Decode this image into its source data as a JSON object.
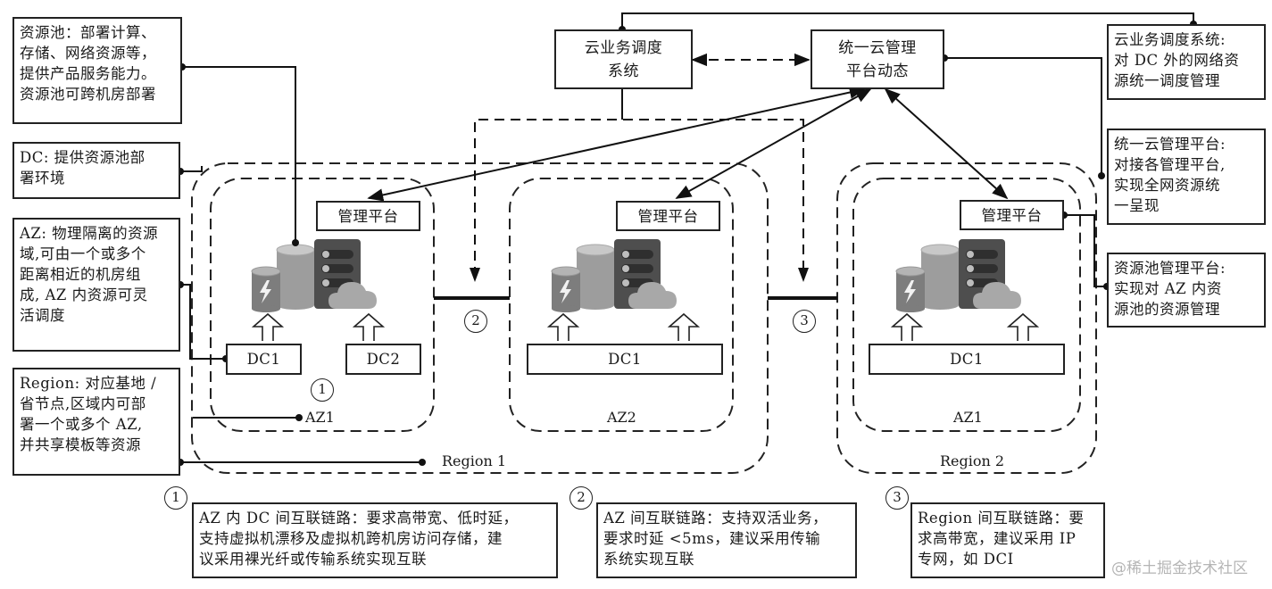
{
  "top": {
    "scheduler": "云业务调度\n系统",
    "cloud_mgmt": "统一云管理\n平台动态"
  },
  "left_notes": [
    {
      "id": "resource-pool",
      "text": "资源池：部署计算、\n存储、网络资源等，\n提供产品服务能力。\n资源池可跨机房部署"
    },
    {
      "id": "dc",
      "text": "DC: 提供资源池部\n署环境"
    },
    {
      "id": "az",
      "text": "AZ: 物理隔离的资源\n域,可由一个或多个\n距离相近的机房组\n成, AZ 内资源可灵\n活调度"
    },
    {
      "id": "region",
      "text": "Region: 对应基地 /\n省节点,区域内可部\n署一个或多个 AZ,\n并共享模板等资源"
    }
  ],
  "right_notes": [
    {
      "id": "scheduler-desc",
      "text": "云业务调度系统:\n对 DC 外的网络资\n源统一调度管理"
    },
    {
      "id": "cloud-mgmt-desc",
      "text": "统一云管理平台:\n对接各管理平台,\n实现全网资源统\n一呈现"
    },
    {
      "id": "pool-mgmt-desc",
      "text": "资源池管理平台:\n实现对 AZ 内资\n源池的资源管理"
    }
  ],
  "regions": [
    {
      "label": "Region 1",
      "azs": [
        {
          "label": "AZ1",
          "mgmt": "管理平台",
          "dcs": [
            "DC1",
            "DC2"
          ]
        },
        {
          "label": "AZ2",
          "mgmt": "管理平台",
          "dcs": [
            "DC1"
          ]
        }
      ]
    },
    {
      "label": "Region 2",
      "azs": [
        {
          "label": "AZ1",
          "mgmt": "管理平台",
          "dcs": [
            "DC1"
          ]
        }
      ]
    }
  ],
  "markers": [
    "1",
    "2",
    "3"
  ],
  "bottom_notes": [
    {
      "num": "1",
      "text": "AZ 内 DC 间互联链路：要求高带宽、低时延，\n支持虚拟机漂移及虚拟机跨机房访问存储，建\n议采用裸光纤或传输系统实现互联"
    },
    {
      "num": "2",
      "text": "AZ 间互联链路：支持双活业务，\n要求时延 <5ms，建议采用传输\n系统实现互联"
    },
    {
      "num": "3",
      "text": "Region 间互联链路：要\n求高带宽，建议采用 IP\n专网，如 DCI"
    }
  ],
  "watermark": "@稀土掘金技术社区",
  "icons": {
    "resource_pool": "storage-server-cloud-icon"
  }
}
